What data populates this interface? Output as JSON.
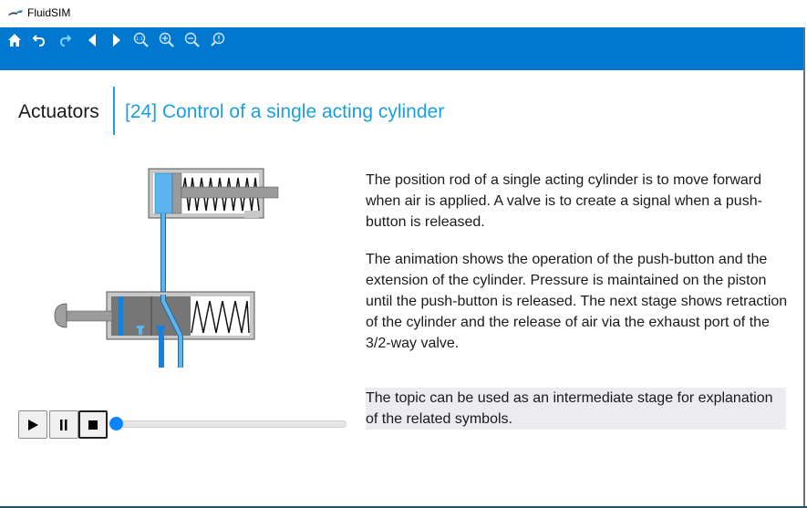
{
  "window": {
    "app_title": "FluidSIM",
    "app_icon": "fluidsim-logo-icon"
  },
  "toolbar": {
    "accent_color": "#0078d0",
    "buttons": [
      {
        "name": "home",
        "icon": "home-icon"
      },
      {
        "name": "undo",
        "icon": "undo-icon"
      },
      {
        "name": "redo",
        "icon": "redo-icon"
      },
      {
        "name": "previous",
        "icon": "arrow-left-icon"
      },
      {
        "name": "next",
        "icon": "arrow-right-icon"
      },
      {
        "name": "zoom-reset",
        "icon": "zoom-1to1-icon",
        "glyph": "1:1"
      },
      {
        "name": "zoom-in",
        "icon": "zoom-in-icon"
      },
      {
        "name": "zoom-out",
        "icon": "zoom-out-icon"
      },
      {
        "name": "info",
        "icon": "info-icon"
      }
    ]
  },
  "header": {
    "category": "Actuators",
    "topic": "[24] Control of a single acting cylinder",
    "topic_color": "#1aa0e0"
  },
  "description": {
    "paragraphs": [
      "The position rod of a single acting cylinder is to move forward when air is applied. A valve is to create a signal when a push-button is released.",
      "The animation shows the operation of the push-button and the extension of the cylinder. Pressure is maintained on the piston until the push-button is released. The next stage shows retraction of the cylinder and the release of air via the exhaust port of the 3/2-way valve."
    ],
    "note": "The topic can be used as an intermediate stage for explanation of the related symbols."
  },
  "diagram": {
    "components": [
      "single-acting-cylinder",
      "3/2-way-valve",
      "push-button",
      "spring"
    ],
    "air_color": "#5ab4f0",
    "pressure_color": "#1a7fd8"
  },
  "player": {
    "buttons": [
      {
        "name": "play",
        "icon": "play-icon"
      },
      {
        "name": "pause",
        "icon": "pause-icon"
      },
      {
        "name": "stop",
        "icon": "stop-icon",
        "active": true
      }
    ],
    "progress_percent": 0
  }
}
